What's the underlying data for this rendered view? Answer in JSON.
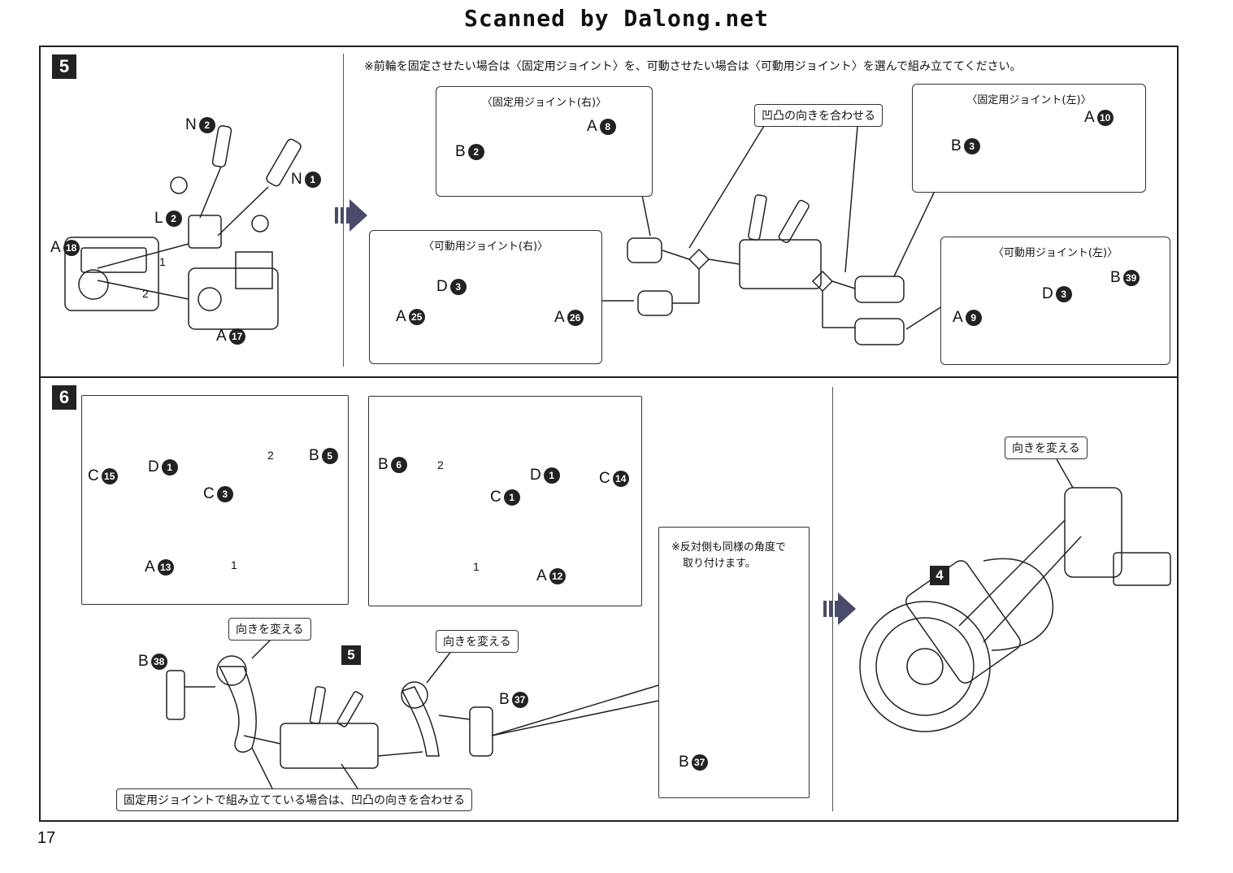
{
  "header": {
    "title": "Scanned by Dalong.net"
  },
  "page_number": "17",
  "step5": {
    "number": "5",
    "note": "※前輪を固定させたい場合は〈固定用ジョイント〉を、可動させたい場合は〈可動用ジョイント〉を選んで組み立ててください。",
    "left_labels": {
      "n2": "N",
      "n2_num": "2",
      "n1": "N",
      "n1_num": "1",
      "l2": "L",
      "l2_num": "2",
      "a18": "A",
      "a18_num": "18",
      "a17": "A",
      "a17_num": "17",
      "seq1": "1",
      "seq2": "2"
    },
    "fixed_right": {
      "title": "〈固定用ジョイント(右)〉",
      "a": "A",
      "a_num": "8",
      "b": "B",
      "b_num": "2"
    },
    "movable_right": {
      "title": "〈可動用ジョイント(右)〉",
      "d": "D",
      "d_num": "3",
      "a1": "A",
      "a1_num": "25",
      "a2": "A",
      "a2_num": "26"
    },
    "align_callout": "凹凸の向きを合わせる",
    "fixed_left": {
      "title": "〈固定用ジョイント(左)〉",
      "a": "A",
      "a_num": "10",
      "b": "B",
      "b_num": "3"
    },
    "movable_left": {
      "title": "〈可動用ジョイント(左)〉",
      "b": "B",
      "b_num": "39",
      "d": "D",
      "d_num": "3",
      "a": "A",
      "a_num": "9"
    }
  },
  "step6": {
    "number": "6",
    "box1": {
      "c15": "C",
      "c15_num": "15",
      "d1": "D",
      "d1_num": "1",
      "c3": "C",
      "c3_num": "3",
      "b5": "B",
      "b5_num": "5",
      "a13": "A",
      "a13_num": "13",
      "seq1": "1",
      "seq2": "2"
    },
    "box2": {
      "b6": "B",
      "b6_num": "6",
      "d1": "D",
      "d1_num": "1",
      "c1": "C",
      "c1_num": "1",
      "c14": "C",
      "c14_num": "14",
      "a12": "A",
      "a12_num": "12",
      "seq1": "1",
      "seq2": "2"
    },
    "change_dir_1": "向きを変える",
    "change_dir_2": "向きを変える",
    "b38": "B",
    "b38_num": "38",
    "b37": "B",
    "b37_num": "37",
    "ref_step": "5",
    "bottom_callout": "固定用ジョイントで組み立てている場合は、凹凸の向きを合わせる",
    "detail": {
      "note_line1": "※反対側も同様の角度で",
      "note_line2": "取り付けます。",
      "b": "B",
      "b_num": "37"
    },
    "final": {
      "change_dir": "向きを変える",
      "ref_step": "4"
    }
  }
}
